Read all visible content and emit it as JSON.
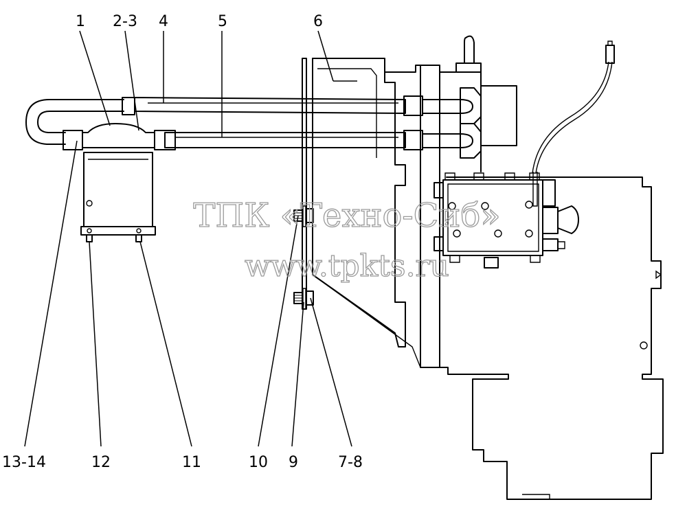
{
  "callouts": {
    "c1": "1",
    "c2_3": "2-3",
    "c4": "4",
    "c5": "5",
    "c6": "6",
    "c13_14": "13-14",
    "c12": "12",
    "c11": "11",
    "c10": "10",
    "c9": "9",
    "c7_8": "7-8"
  },
  "watermark": {
    "line1": "ТПК «Техно-Сиб»",
    "line2": "www.tpkts.ru"
  }
}
